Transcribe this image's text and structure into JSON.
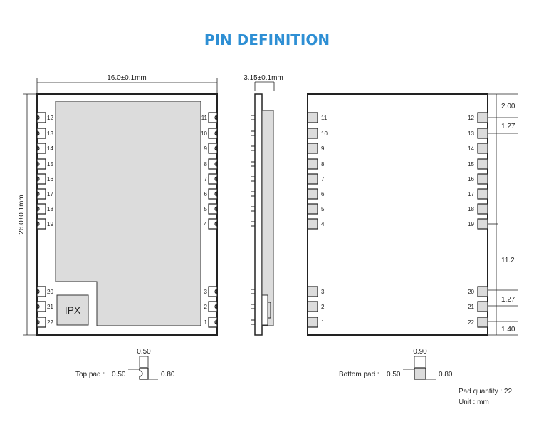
{
  "title": "PIN DEFINITION",
  "top_view": {
    "width_dim": "16.0±0.1mm",
    "height_dim": "26.0±0.1mm",
    "antenna_label": "IPX",
    "left_pins": [
      "12",
      "13",
      "14",
      "15",
      "16",
      "17",
      "18",
      "19",
      "20",
      "21",
      "22"
    ],
    "right_pins": [
      "11",
      "10",
      "9",
      "8",
      "7",
      "6",
      "5",
      "4",
      "3",
      "2",
      "1"
    ]
  },
  "side_view": {
    "thickness_dim": "3.15±0.1mm"
  },
  "bottom_view": {
    "left_pins": [
      "11",
      "10",
      "9",
      "8",
      "7",
      "6",
      "5",
      "4",
      "3",
      "2",
      "1"
    ],
    "right_pins": [
      "12",
      "13",
      "14",
      "15",
      "16",
      "17",
      "18",
      "19",
      "20",
      "21",
      "22"
    ],
    "dims": [
      "2.00",
      "1.27",
      "11.2",
      "1.27",
      "1.40"
    ]
  },
  "top_pad": {
    "label": "Top pad :",
    "top_dim": "0.50",
    "left_dim": "0.50",
    "right_dim": "0.80"
  },
  "bottom_pad": {
    "label": "Bottom pad :",
    "top_dim": "0.90",
    "left_dim": "0.50",
    "right_dim": "0.80"
  },
  "notes": {
    "pad_quantity": "Pad quantity : 22",
    "unit": "Unit :   mm"
  }
}
